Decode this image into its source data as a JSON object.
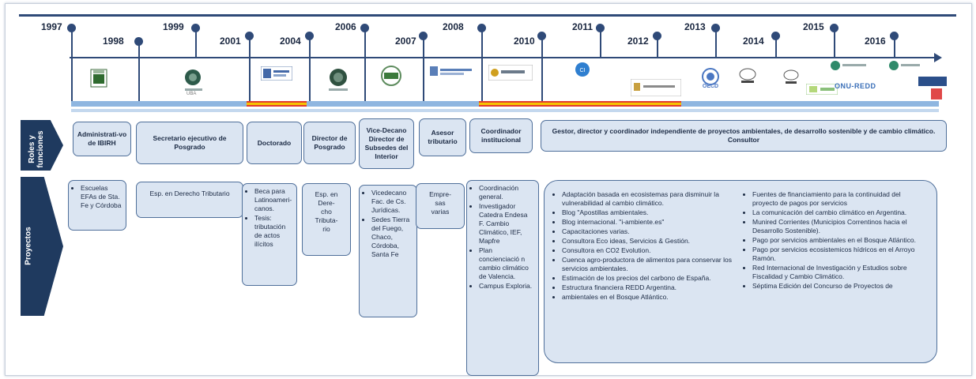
{
  "years": [
    "1997",
    "1998",
    "1999",
    "2001",
    "2004",
    "2006",
    "2007",
    "2008",
    "2010",
    "2011",
    "2012",
    "2013",
    "2014",
    "2015",
    "2016"
  ],
  "sidebar": {
    "roles_label": "Roles y funciones",
    "projects_label": "Proyectos"
  },
  "roles": [
    "Administrati-vo de IBIRH",
    "Secretario ejecutivo de Posgrado",
    "Doctorado",
    "Director de Posgrado",
    "Vice-Decano Director de Subsedes del Interior",
    "Asesor tributario",
    "Coordinador institucional",
    "Gestor, director y coordinador independiente de proyectos ambientales, de desarrollo sostenible y de cambio climático. Consultor"
  ],
  "projects": {
    "escuelas": [
      "Escuelas EFAs de Sta. Fe y Córdoba"
    ],
    "derecho_tributario": "Esp. en Derecho Tributario",
    "doctorado": [
      "Beca para Latinoameri-canos.",
      "Tesis: tributación de actos ilícitos"
    ],
    "esp_derecho": "Esp. en Dere-cho Tributa-rio",
    "vicedecano": [
      "Vicedecano Fac. de Cs. Jurídicas.",
      "Sedes Tierra del Fuego, Chaco, Córdoba, Santa Fe"
    ],
    "empresas": "Empre-sas varias",
    "coordinacion": [
      "Coordinación general.",
      "Investigador Catedra Endesa F. Cambio Climático, IEF, Mapfre",
      "Plan concienciació n cambio climático de Valencia.",
      "Campus Exploria."
    ],
    "consultor_col1": [
      "Adaptación basada en ecosistemas para disminuir la vulnerabilidad al cambio climático.",
      "Blog \"Apostillas ambientales.",
      "Blog internacional. \"i-ambiente.es\"",
      "Capacitaciones varias.",
      "Consultora Eco ideas, Servicios & Gestión.",
      "Consultora en CO2 Evolution.",
      "Cuenca agro-productora de alimentos para conservar los servicios ambientales.",
      "Estimación de los precios del carbono de España.",
      "Estructura financiera REDD Argentina.",
      "ambientales en el Bosque Atlántico."
    ],
    "consultor_col2": [
      "Fuentes de financiamiento para la continuidad del proyecto de pagos por servicios",
      "La comunicación del cambio climático en Argentina.",
      "Munired Corrientes (Municipios Correntinos hacia el Desarrollo Sostenible).",
      "Pago por servicios ambientales en el Bosque Atlántico.",
      "Pago por servicios ecosistemicos hídricos en el Arroyo Ramón.",
      "Red Internacional de Investigación y Estudios sobre Fiscalidad y Cambio Climático.",
      "Séptima Edición del Concurso de Proyectos de"
    ]
  },
  "logos": [
    "OECD",
    "ONU-REDD",
    "UBA"
  ],
  "colors": {
    "axis": "#2f4a78",
    "sidebar": "#1f3a5f",
    "box_fill": "#dbe5f2",
    "band_blue": "#8fb6e0",
    "band_red": "#e23b2e",
    "band_yellow": "#f5c400"
  }
}
